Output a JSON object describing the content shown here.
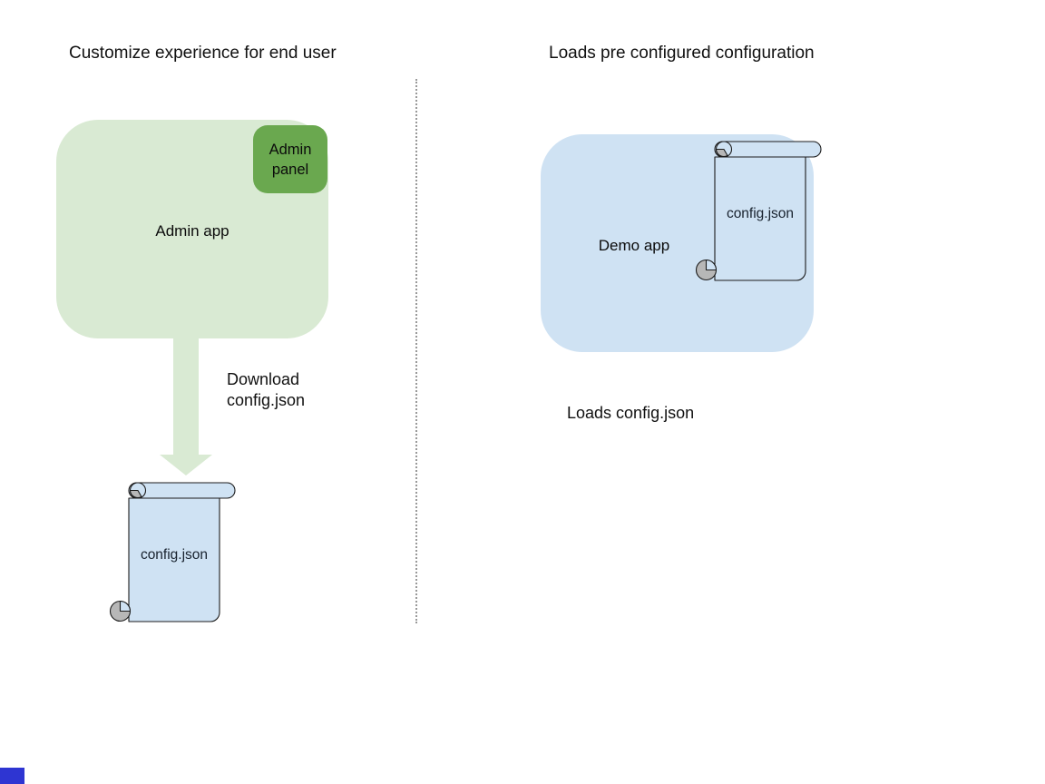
{
  "left": {
    "title": "Customize experience for end user",
    "admin_app_label": "Admin app",
    "admin_panel_label": "Admin panel",
    "download_label": "Download\nconfig.json",
    "config_file_label": "config.json"
  },
  "right": {
    "title": "Loads pre configured configuration",
    "demo_app_label": "Demo app",
    "config_file_label": "config.json",
    "loads_caption": "Loads config.json"
  },
  "colors": {
    "admin_app_fill": "#d9ead3",
    "admin_panel_fill": "#6aa84f",
    "arrow_fill": "#d9ead3",
    "file_fill": "#cfe2f3",
    "demo_app_fill": "#cfe2f3",
    "scroll_curl_gray": "#b7b7b7",
    "divider_gray": "#999999",
    "artifact_blue": "#2e35d2"
  }
}
